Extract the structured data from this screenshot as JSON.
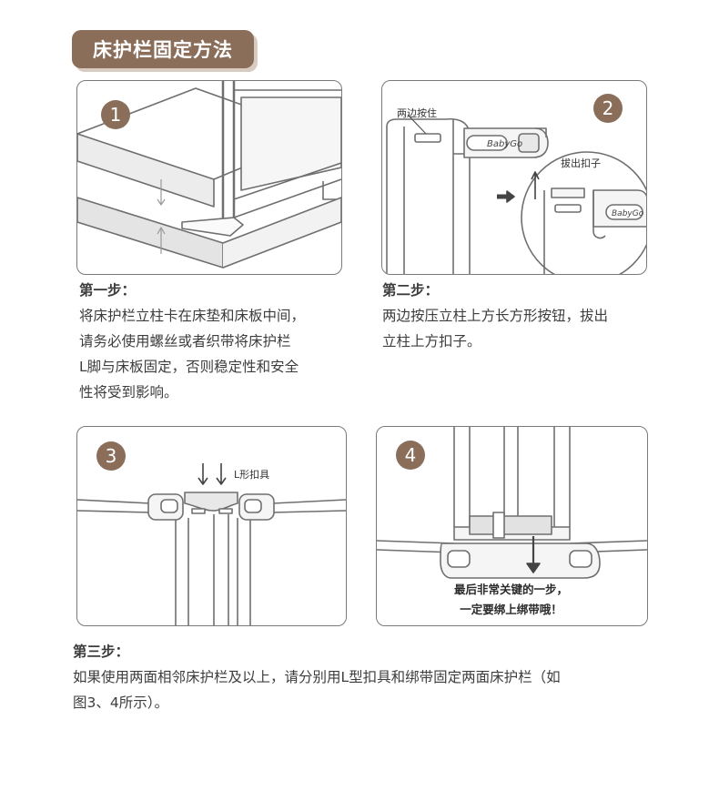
{
  "page": {
    "title": "床护栏固定方法",
    "brand_color": "#8a6e5a",
    "brand_shadow_color": "#d9cbbf"
  },
  "steps": [
    {
      "number": "1",
      "heading": "第一步：",
      "lines": [
        "将床护栏立柱卡在床垫和床板中间，",
        "请务必使用螺丝或者织带将床护栏",
        "L脚与床板固定，否则稳定性和安全",
        "性将受到影响。"
      ],
      "labels": []
    },
    {
      "number": "2",
      "heading": "第二步：",
      "lines": [
        "两边按压立柱上方长方形按钮，拔出",
        "立柱上方扣子。"
      ],
      "labels": [
        "两边按住",
        "拔出扣子"
      ],
      "brand_mark": "BabyGo"
    },
    {
      "number": "3",
      "heading": "第三步：",
      "lines": [
        "如果使用两面相邻床护栏及以上，请分别用L型扣具和绑带固定两面床护栏（如",
        "图3、4所示）。"
      ],
      "labels": [
        "L形扣具"
      ]
    },
    {
      "number": "4",
      "note_lines": [
        "最后非常关键的一步，",
        "一定要绑上绑带哦！"
      ]
    }
  ]
}
